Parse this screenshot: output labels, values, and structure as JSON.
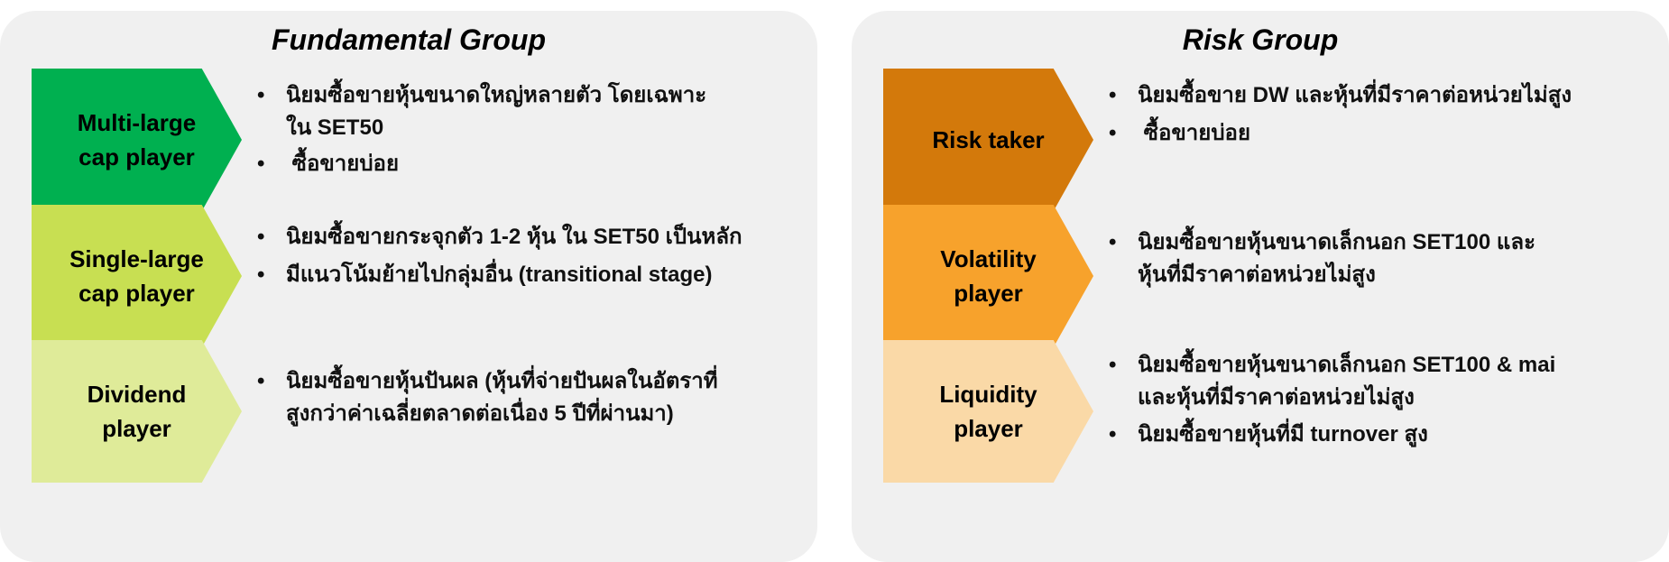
{
  "fundamental_group": {
    "title": "Fundamental Group",
    "rows": [
      {
        "label": "Multi-large\ncap player",
        "color": "#00b050",
        "bullets": [
          "นิยมซื้อขายหุ้นขนาดใหญ่หลายตัว โดยเฉพาะ\nใน SET50",
          " ซื้อขายบ่อย"
        ]
      },
      {
        "label": "Single-large\ncap player",
        "color": "#c8df52",
        "bullets": [
          "นิยมซื้อขายกระจุกตัว 1-2 หุ้น ใน SET50 เป็นหลัก",
          "มีแนวโน้มย้ายไปกลุ่มอื่น (transitional stage)"
        ]
      },
      {
        "label": "Dividend\nplayer",
        "color": "#dfeb99",
        "bullets": [
          "นิยมซื้อขายหุ้นปันผล (หุ้นที่จ่ายปันผลในอัตราที่\nสูงกว่าค่าเฉลี่ยตลาดต่อเนื่อง 5 ปีที่ผ่านมา)"
        ]
      }
    ]
  },
  "risk_group": {
    "title": "Risk Group",
    "rows": [
      {
        "label": "Risk taker",
        "color": "#d3790b",
        "bullets": [
          "นิยมซื้อขาย DW และหุ้นที่มีราคาต่อหน่วยไม่สูง",
          " ซื้อขายบ่อย"
        ]
      },
      {
        "label": "Volatility\nplayer",
        "color": "#f7a22c",
        "bullets": [
          "นิยมซื้อขายหุ้นขนาดเล็กนอก SET100 และ\nหุ้นที่มีราคาต่อหน่วยไม่สูง"
        ]
      },
      {
        "label": "Liquidity\nplayer",
        "color": "#fad9a7",
        "bullets": [
          "นิยมซื้อขายหุ้นขนาดเล็กนอก SET100 & mai\nและหุ้นที่มีราคาต่อหน่วยไม่สูง",
          "นิยมซื้อขายหุ้นที่มี turnover สูง"
        ]
      }
    ]
  }
}
